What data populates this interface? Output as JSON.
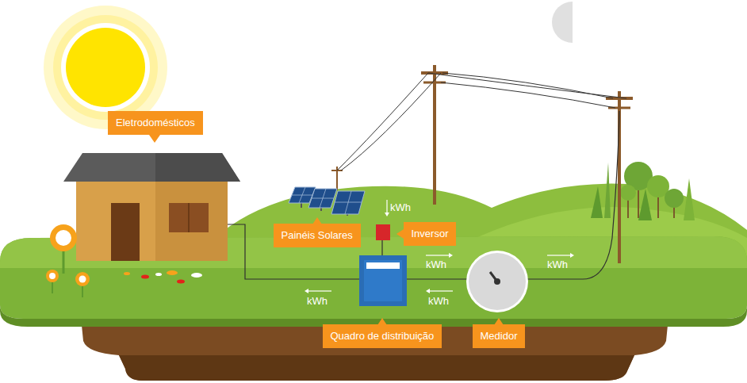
{
  "diagram": {
    "nodes": [
      {
        "text": [
          "Eletrodomésticos"
        ]
      },
      {
        "text": [
          "Painéis Solares"
        ]
      },
      {
        "text": [
          "Inversor"
        ]
      },
      {
        "text": [
          "Quadro de distribuição"
        ]
      },
      {
        "text": [
          "Medidor"
        ]
      }
    ],
    "labels": [
      "kWh",
      "kWh",
      "kWh",
      "kWh",
      "kWh"
    ]
  }
}
